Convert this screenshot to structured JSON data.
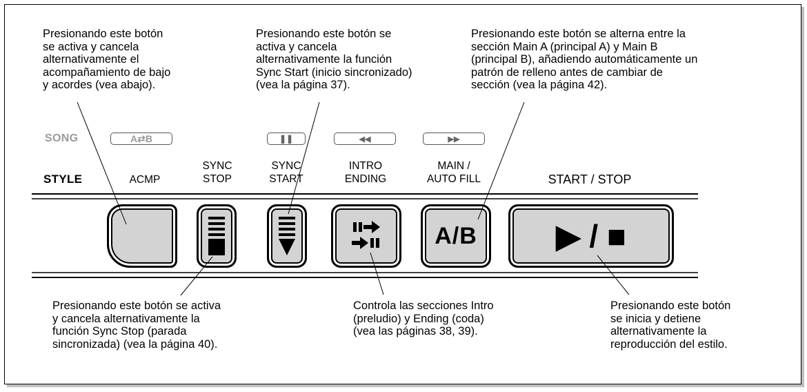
{
  "notes": {
    "acmp": "Presionando este botón\nse activa y cancela\nalternativamente el\nacompañamiento de bajo\ny acordes (vea abajo).",
    "sync_start": "Presionando este botón se\nactiva y cancela\nalternativamente la función\nSync Start (inicio sincronizado)\n(vea la página 37).",
    "main": "Presionando este botón se alterna entre la\nsección Main A (principal A) y Main B\n(principal B), añadiendo automáticamente un\npatrón de relleno antes de cambiar de\nsección (vea la página 42).",
    "sync_stop": "Presionando este botón se activa\ny cancela alternativamente la\nfunción Sync Stop (parada\nsincronizada) (vea la página 40).",
    "intro": "Controla las secciones Intro\n(preludio) y Ending (coda)\n(vea las páginas 38, 39).",
    "start": "Presionando este botón\nse inicia y detiene\nalternativamente la\nreproducción del estilo."
  },
  "panel": {
    "song_label": "SONG",
    "style_label": "STYLE",
    "ab_tag": "A⇄B",
    "acmp_label": "ACMP",
    "sync_stop_label": "SYNC\nSTOP",
    "sync_start_label": "SYNC\nSTART",
    "intro_label": "INTRO\nENDING",
    "main_label": "MAIN /\nAUTO  FILL",
    "start_label": "START / STOP",
    "ab_button_text": "A/B",
    "start_button_text": "▶ / ■"
  },
  "colors": {
    "button_fill": "#d3d3d3",
    "tag_text": "#9a9a9a",
    "shadow": "#bfbfbf"
  }
}
